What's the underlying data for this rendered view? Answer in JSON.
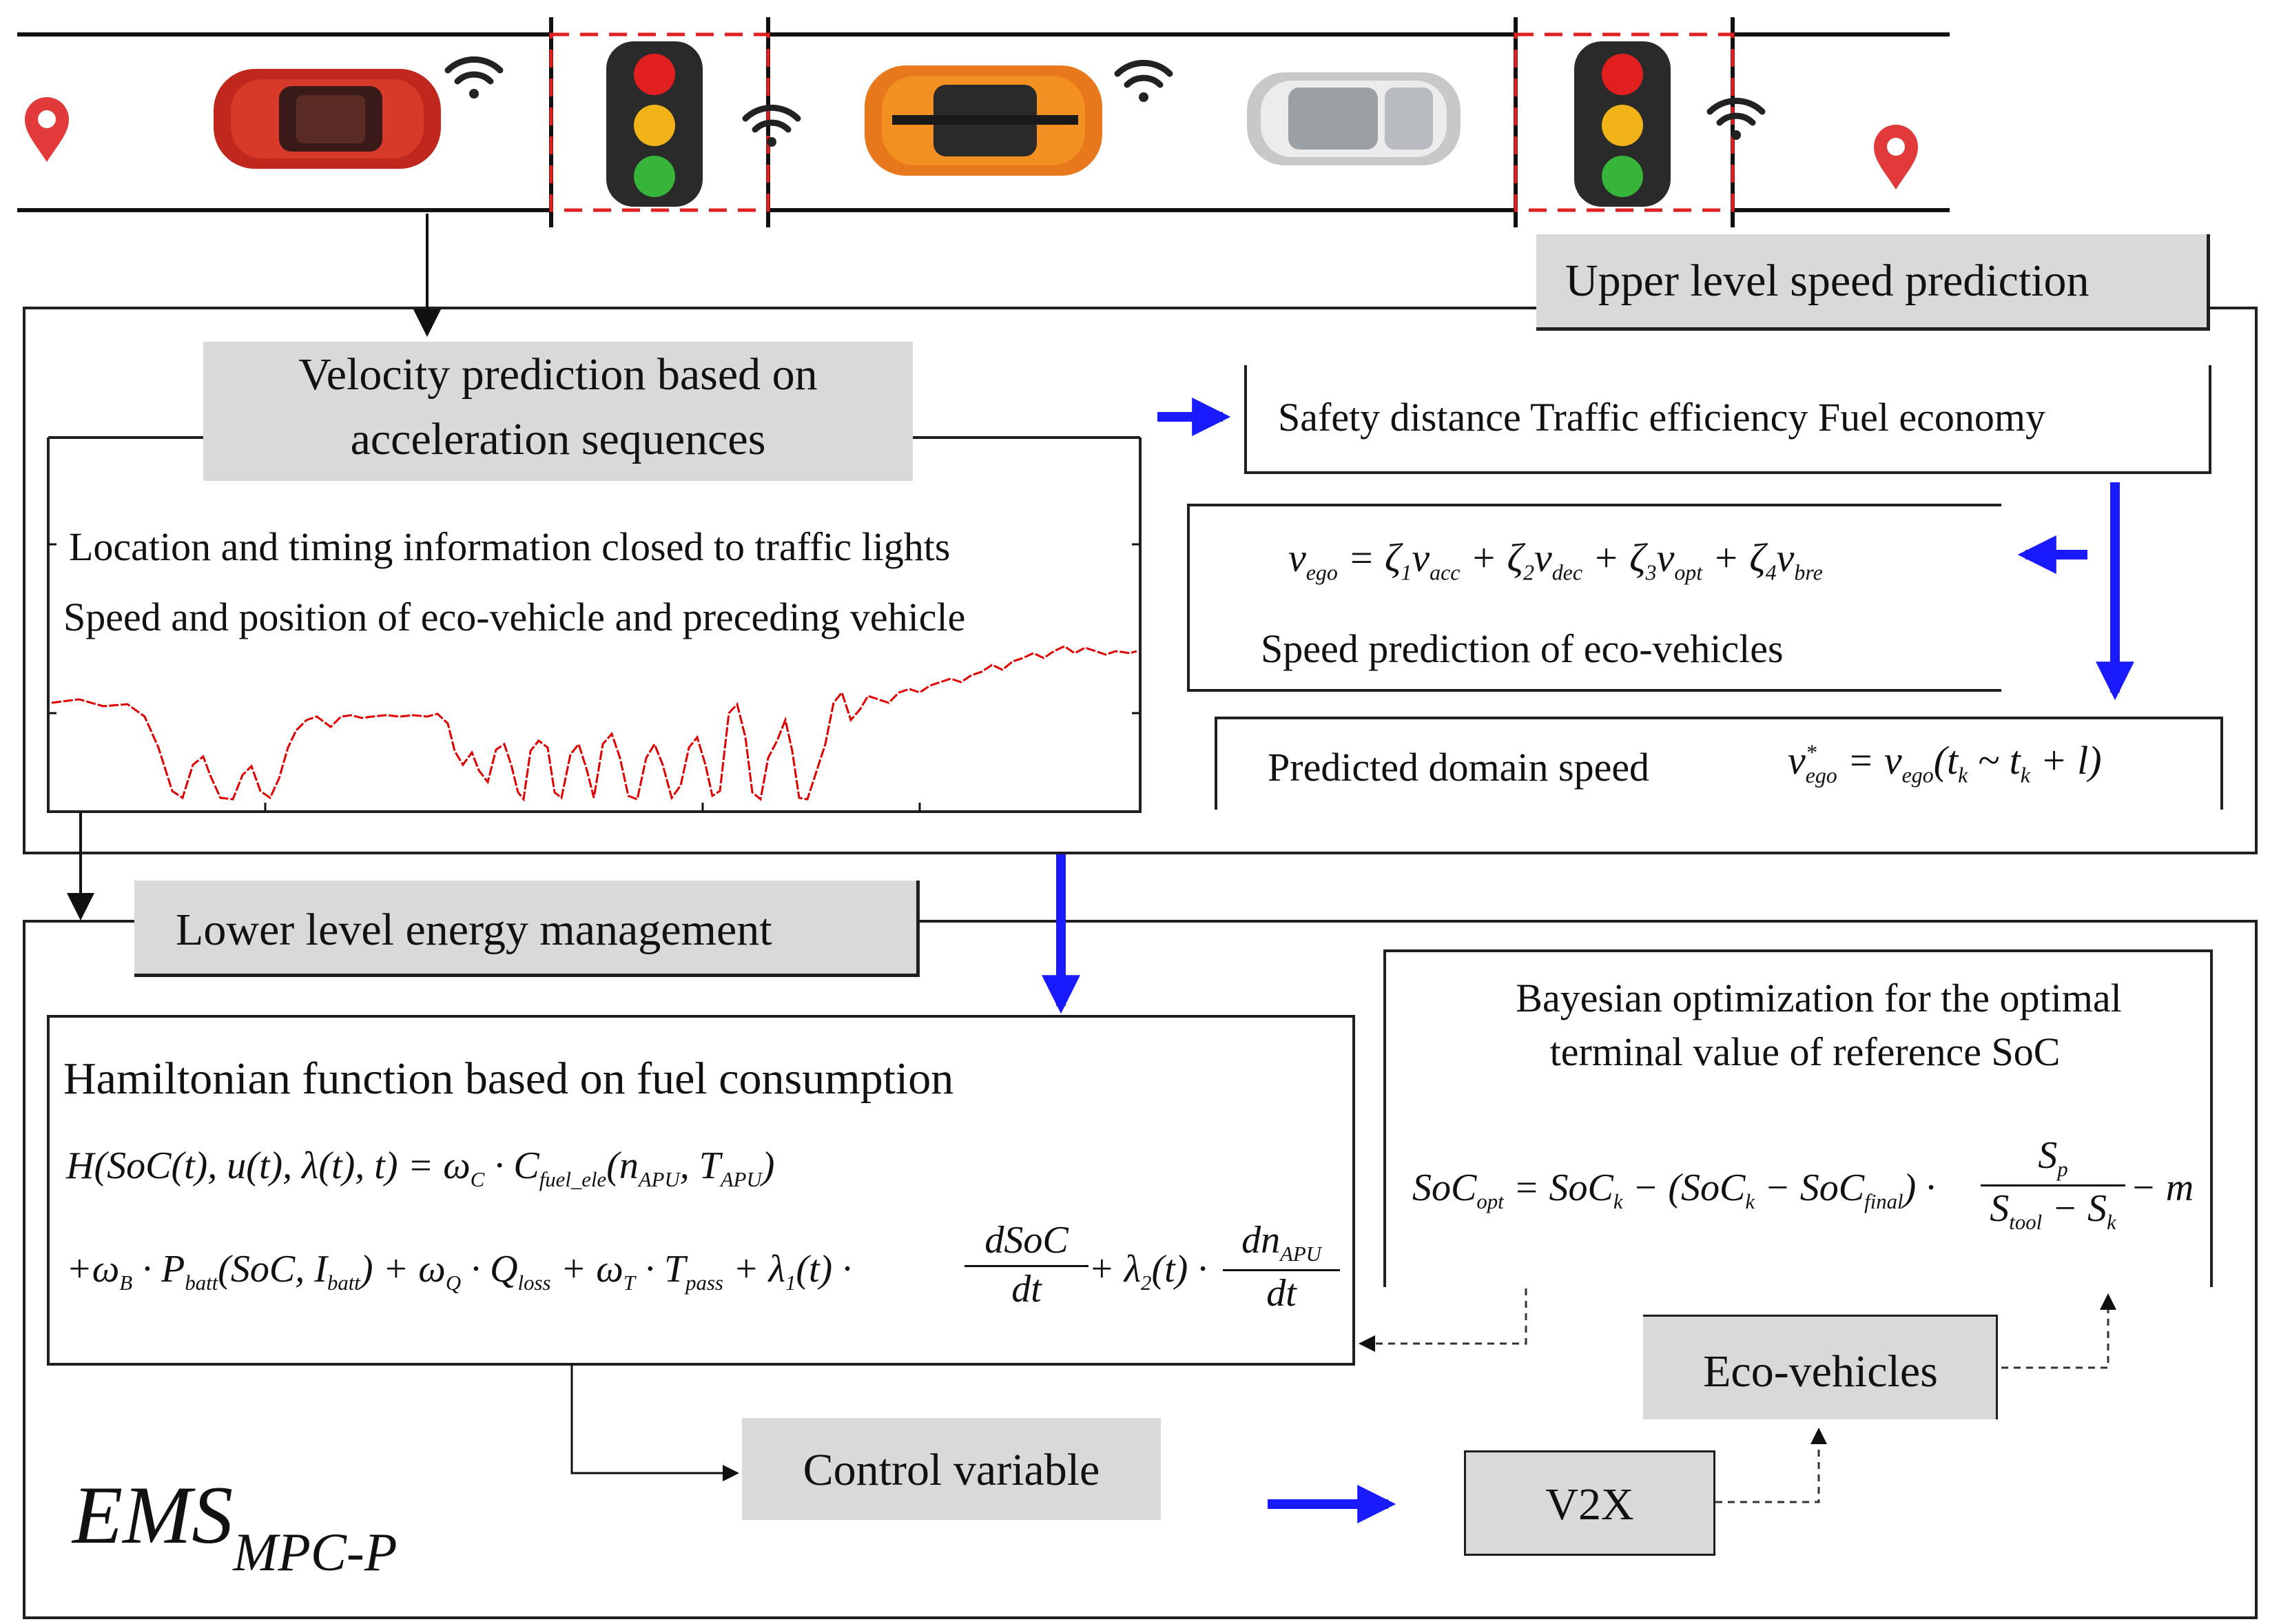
{
  "upper_level": {
    "title": "Upper level speed prediction",
    "velocity_box_title_line1": "Velocity prediction based on",
    "velocity_box_title_line2": "acceleration sequences",
    "info_line1": "Location and  timing information closed to traffic lights",
    "info_line2": "Speed and position of eco-vehicle and preceding vehicle",
    "objectives": "Safety distance Traffic efficiency Fuel economy",
    "speed_prediction_label": "Speed prediction of eco-vehicles",
    "predicted_domain_label": "Predicted domain speed"
  },
  "lower_level": {
    "title": "Lower level energy management",
    "hamiltonian_title": "Hamiltonian function based on fuel consumption",
    "bayes_line1": "Bayesian optimization for the optimal",
    "bayes_line2": "terminal value of reference SoC",
    "eco_vehicles": "Eco-vehicles",
    "control_variable": "Control variable",
    "v2x": "V2X",
    "ems_main": "EMS",
    "ems_sub": "MPC-P"
  },
  "colors": {
    "blue_arrow": "#1a1aff",
    "red_dash": "#e02020",
    "speed_trace": "#e00000",
    "gray_fill": "#d9d9d9"
  },
  "icons": [
    "location-pin-icon",
    "car-icon",
    "wifi-signal-icon",
    "traffic-light-icon"
  ]
}
